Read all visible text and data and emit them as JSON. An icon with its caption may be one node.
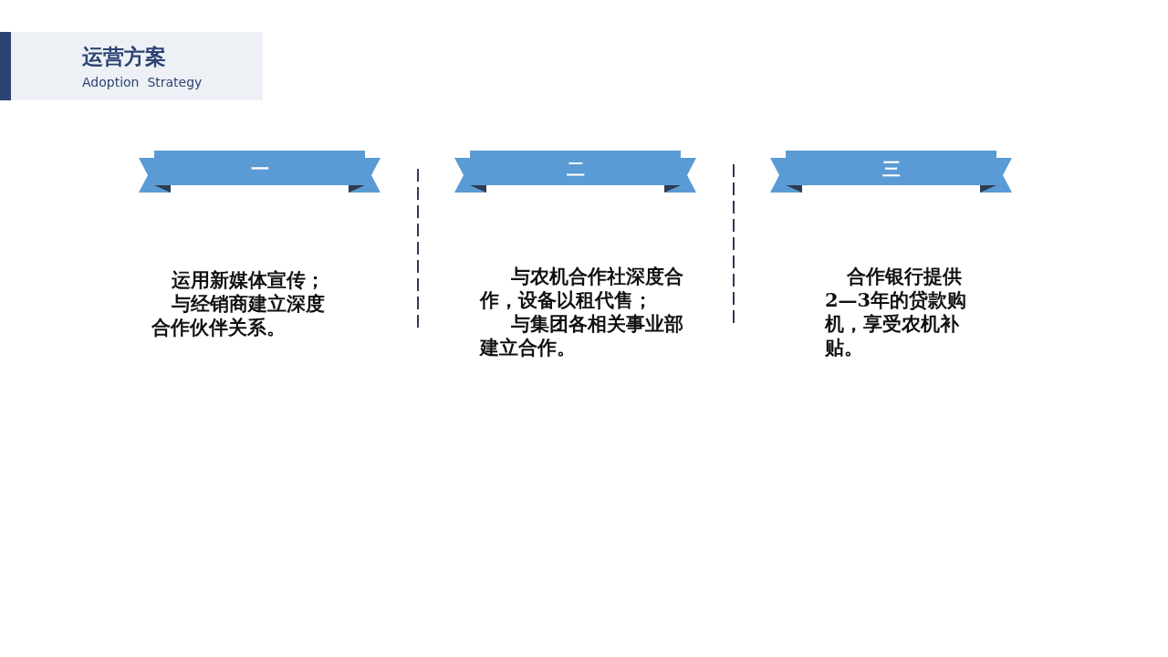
{
  "diagram": {
    "title": "运营方案",
    "nodes": [
      {
        "text": [
          "一"
        ]
      },
      {
        "text": [
          "二"
        ]
      },
      {
        "text": [
          "三"
        ]
      }
    ],
    "edges": [],
    "labels": [
      "Adoption  Strategy",
      "运用新媒体宣传；",
      "与经销商建立深度合作伙伴关系。",
      "与农机合作社深度合作，设备以租代售；",
      "与集团各相关事业部建立合作。",
      "合作银行提供2—3年的贷款购机，享受农机补贴。"
    ]
  }
}
